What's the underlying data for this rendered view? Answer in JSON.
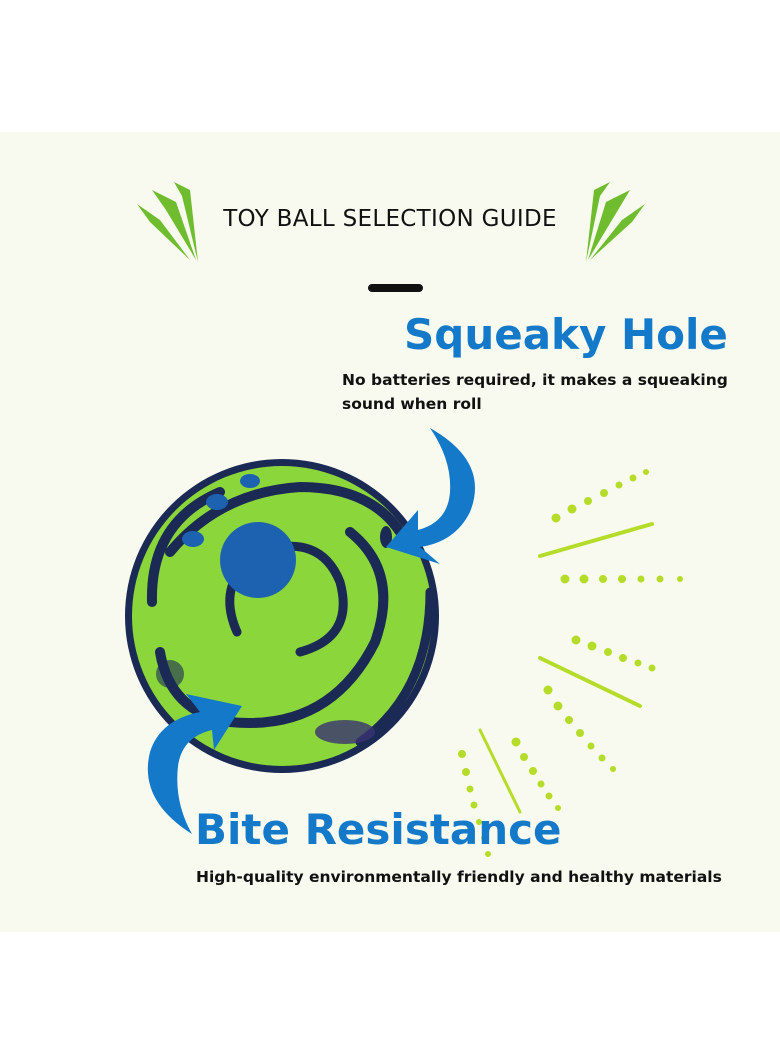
{
  "header": {
    "title": "TOY BALL SELECTION GUIDE"
  },
  "features": [
    {
      "heading": "Squeaky Hole",
      "description": "No batteries required, it makes a squeaking sound when roll"
    },
    {
      "heading": "Bite Resistance",
      "description": "High-quality environmentally friendly and healthy materials"
    }
  ],
  "colors": {
    "accent_blue": "#1479c9",
    "ball_green": "#8bd63a",
    "ball_navy": "#1b2a55",
    "panel_bg": "#f8f9ef",
    "spark_green": "#b6dc2a"
  },
  "icons": [
    "left-sparkle-icon",
    "right-sparkle-icon",
    "ball-image",
    "curved-arrow-icon",
    "motion-lines-icon"
  ]
}
